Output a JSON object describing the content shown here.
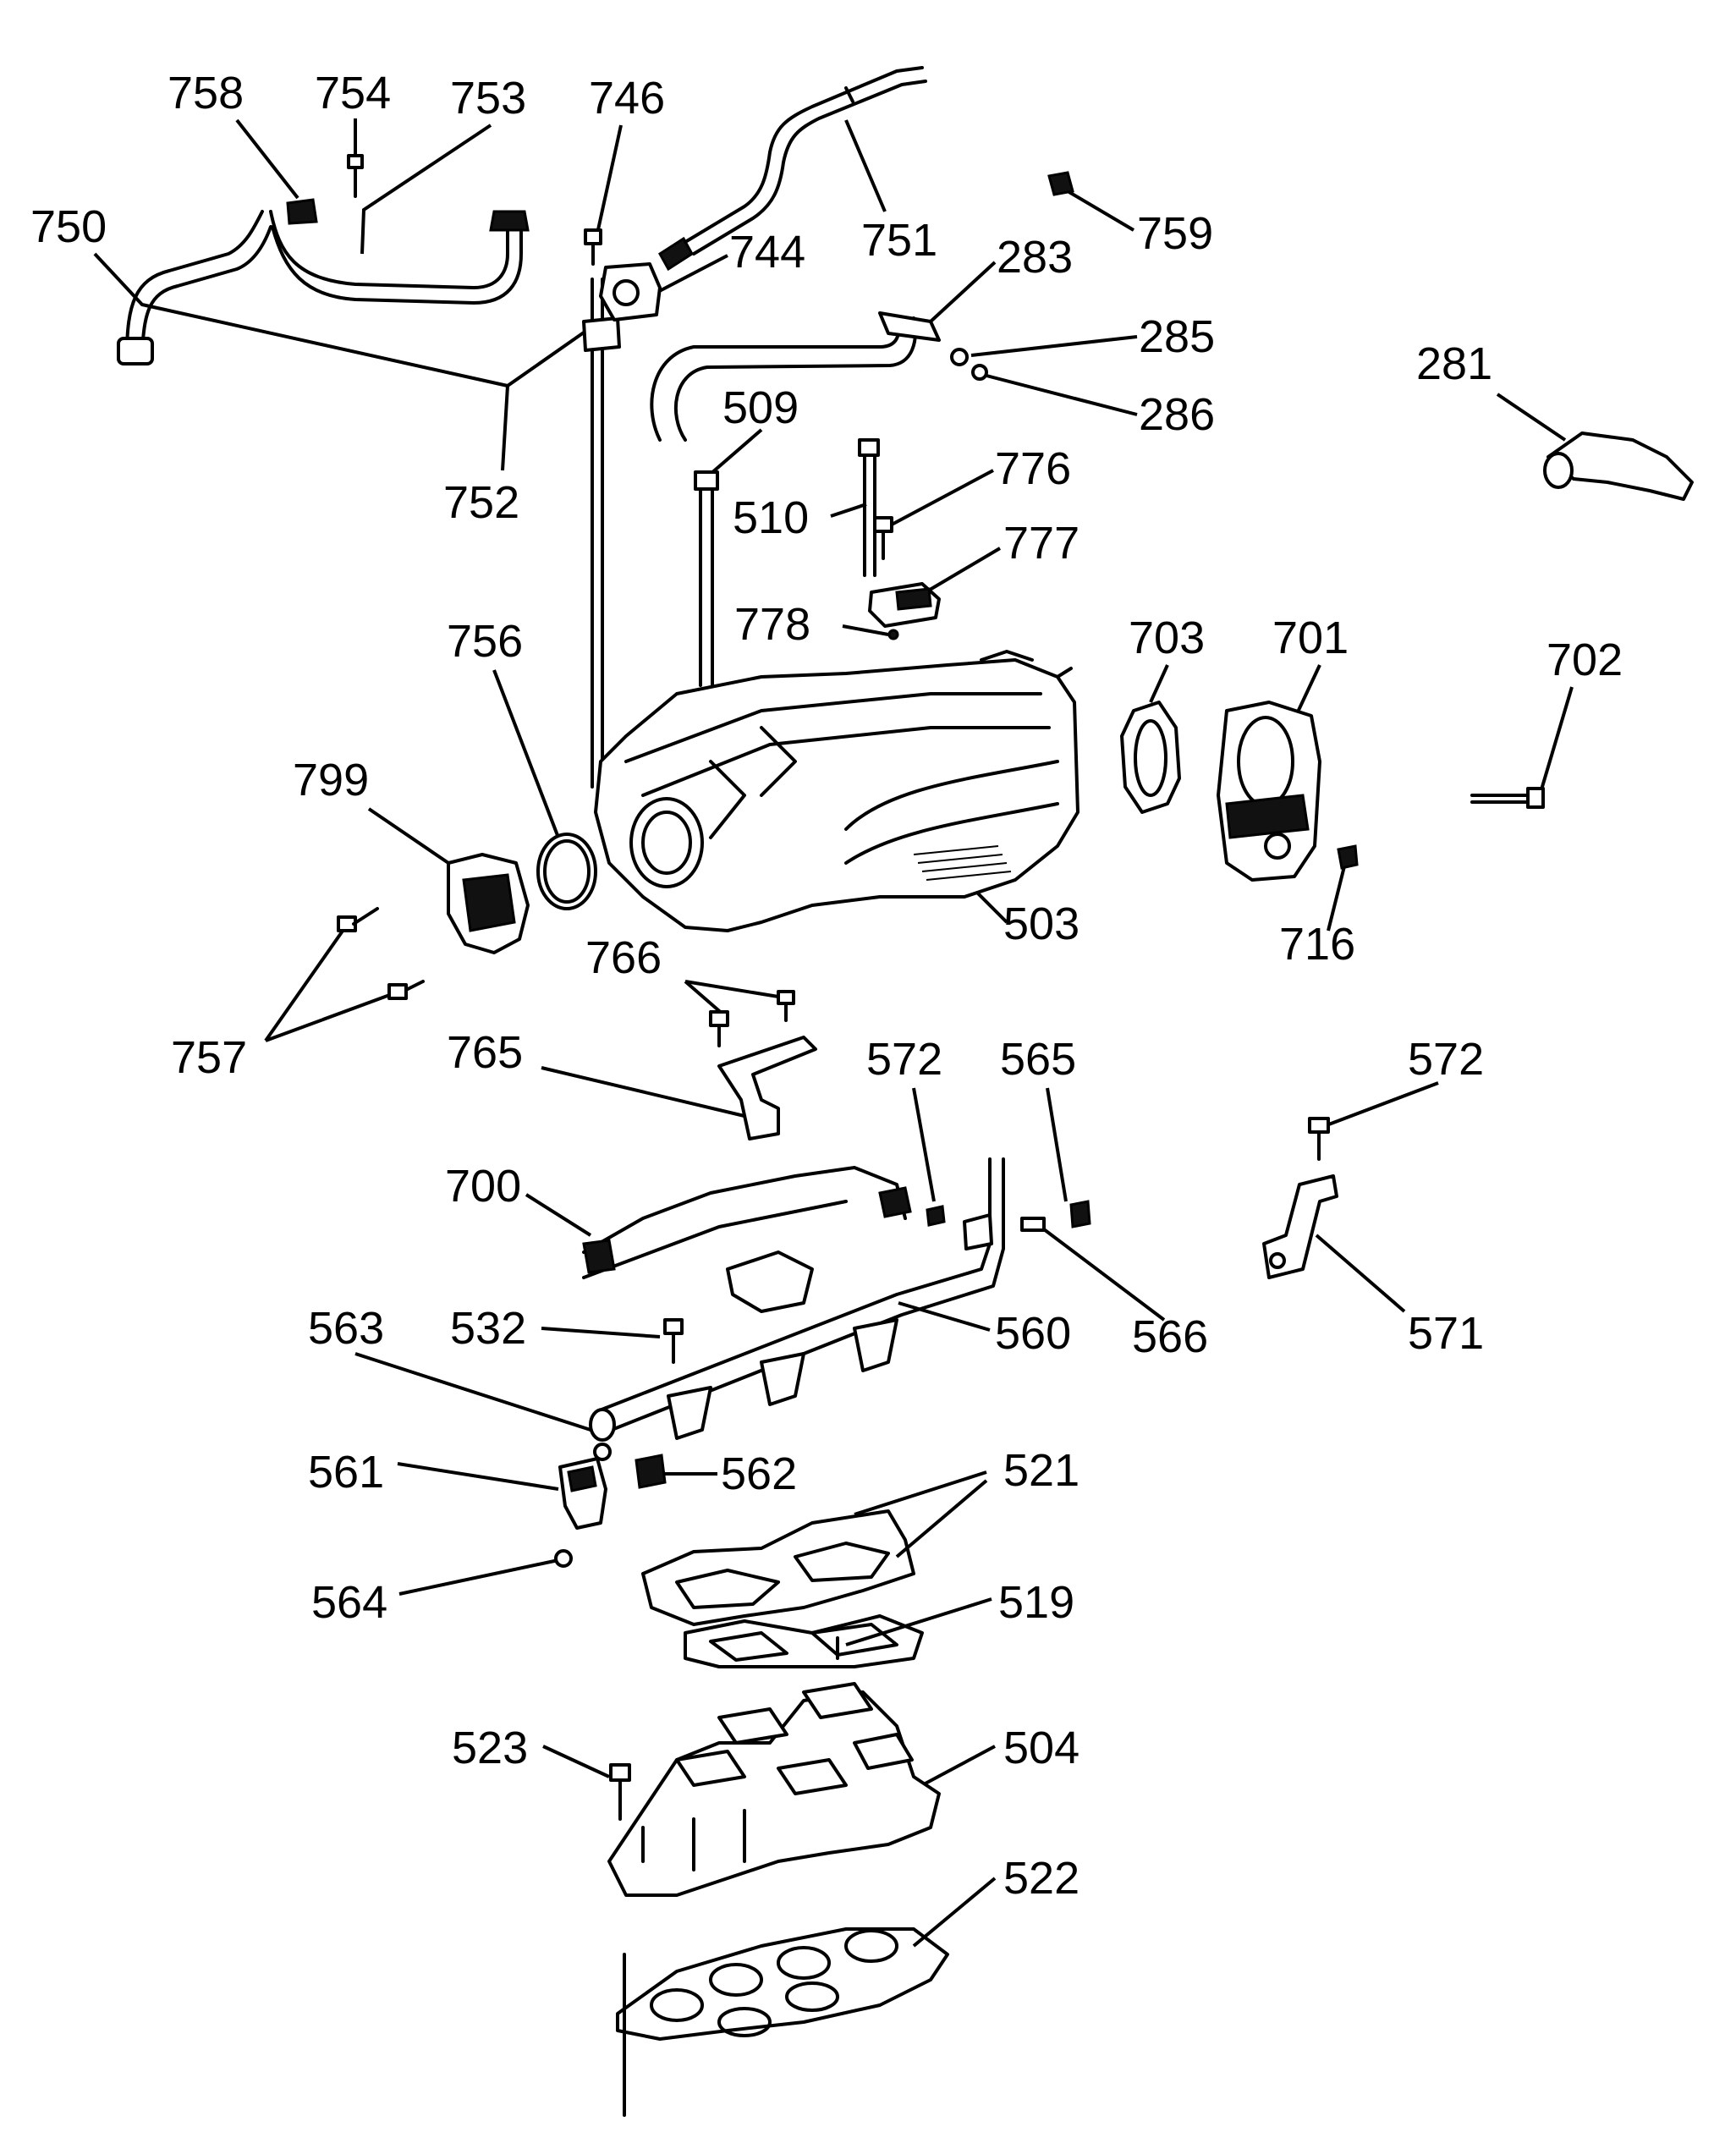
{
  "callouts": [
    {
      "id": "c758",
      "label": "758"
    },
    {
      "id": "c754",
      "label": "754"
    },
    {
      "id": "c753",
      "label": "753"
    },
    {
      "id": "c746",
      "label": "746"
    },
    {
      "id": "c750",
      "label": "750"
    },
    {
      "id": "c744",
      "label": "744"
    },
    {
      "id": "c751",
      "label": "751"
    },
    {
      "id": "c759",
      "label": "759"
    },
    {
      "id": "c283",
      "label": "283"
    },
    {
      "id": "c285",
      "label": "285"
    },
    {
      "id": "c286",
      "label": "286"
    },
    {
      "id": "c281",
      "label": "281"
    },
    {
      "id": "c752",
      "label": "752"
    },
    {
      "id": "c509",
      "label": "509"
    },
    {
      "id": "c776",
      "label": "776"
    },
    {
      "id": "c510",
      "label": "510"
    },
    {
      "id": "c777",
      "label": "777"
    },
    {
      "id": "c778",
      "label": "778"
    },
    {
      "id": "c756",
      "label": "756"
    },
    {
      "id": "c703",
      "label": "703"
    },
    {
      "id": "c701",
      "label": "701"
    },
    {
      "id": "c702",
      "label": "702"
    },
    {
      "id": "c799",
      "label": "799"
    },
    {
      "id": "c503",
      "label": "503"
    },
    {
      "id": "c716",
      "label": "716"
    },
    {
      "id": "c766",
      "label": "766"
    },
    {
      "id": "c757",
      "label": "757"
    },
    {
      "id": "c765",
      "label": "765"
    },
    {
      "id": "c572a",
      "label": "572"
    },
    {
      "id": "c565",
      "label": "565"
    },
    {
      "id": "c572b",
      "label": "572"
    },
    {
      "id": "c700",
      "label": "700"
    },
    {
      "id": "c563",
      "label": "563"
    },
    {
      "id": "c532",
      "label": "532"
    },
    {
      "id": "c560",
      "label": "560"
    },
    {
      "id": "c566",
      "label": "566"
    },
    {
      "id": "c571",
      "label": "571"
    },
    {
      "id": "c561",
      "label": "561"
    },
    {
      "id": "c562",
      "label": "562"
    },
    {
      "id": "c521",
      "label": "521"
    },
    {
      "id": "c564",
      "label": "564"
    },
    {
      "id": "c519",
      "label": "519"
    },
    {
      "id": "c523",
      "label": "523"
    },
    {
      "id": "c504",
      "label": "504"
    },
    {
      "id": "c522",
      "label": "522"
    }
  ]
}
